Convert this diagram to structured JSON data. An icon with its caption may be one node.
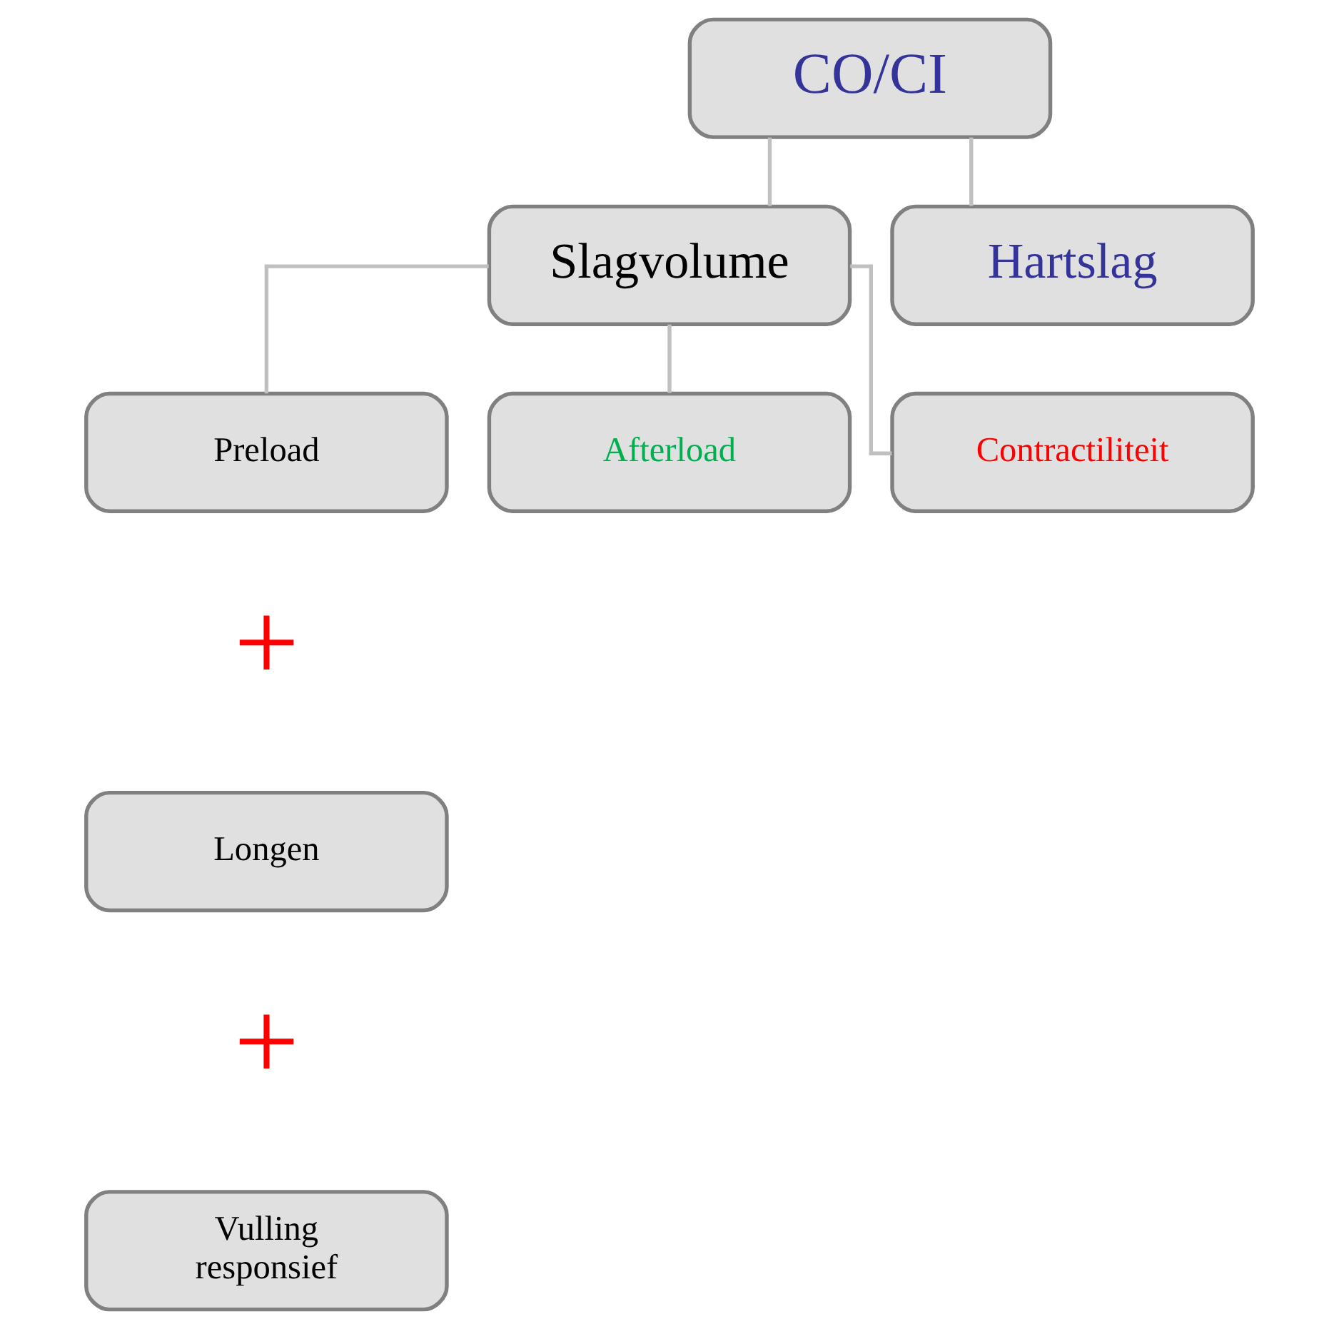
{
  "diagram": {
    "nodes": [
      {
        "text": [
          "CO/CI"
        ]
      },
      {
        "text": [
          "Slagvolume"
        ]
      },
      {
        "text": [
          "Hartslag"
        ]
      },
      {
        "text": [
          "Preload"
        ]
      },
      {
        "text": [
          "Afterload"
        ]
      },
      {
        "text": [
          "Contractiliteit"
        ]
      },
      {
        "text": [
          "Longen"
        ]
      },
      {
        "text": [
          "Vulling responsief"
        ]
      }
    ],
    "edges": [
      {
        "from": 0,
        "to": 1,
        "arrow": "none"
      },
      {
        "from": 0,
        "to": 2,
        "arrow": "none"
      },
      {
        "from": 1,
        "to": 3,
        "arrow": "none"
      },
      {
        "from": 1,
        "to": 4,
        "arrow": "none"
      },
      {
        "from": 1,
        "to": 5,
        "arrow": "none"
      }
    ],
    "labels": [
      "+",
      "+"
    ]
  }
}
